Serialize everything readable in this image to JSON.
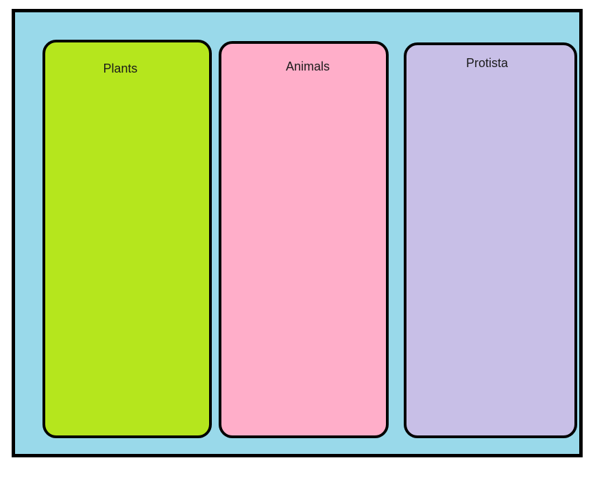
{
  "palette": {
    "page_background": "#ffffff",
    "outline_color": "#000000",
    "frame_fill": "#99d9ea",
    "label_text_color": "#1a1a1a"
  },
  "frame": {
    "fill": "#99d9ea"
  },
  "categories": [
    {
      "label": "Plants",
      "fill": "#b5e61d"
    },
    {
      "label": "Animals",
      "fill": "#ffaec9"
    },
    {
      "label": "Protista",
      "fill": "#c8bfe7"
    }
  ]
}
